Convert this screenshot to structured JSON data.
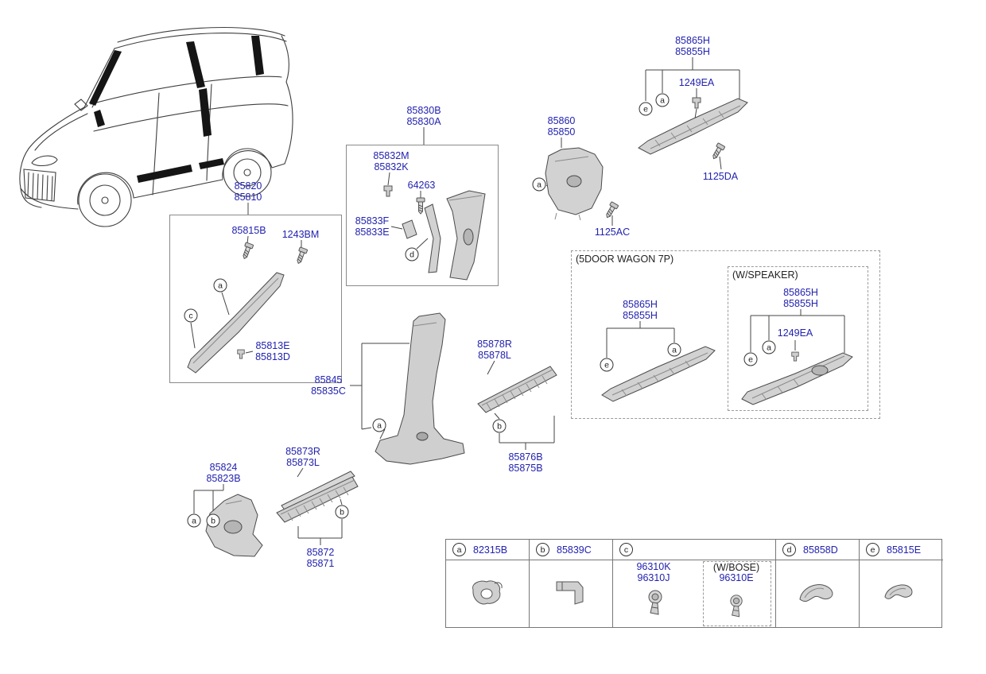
{
  "labels": {
    "pillar_top": "85865H\n85855H",
    "fastener_1249ea_top": "1249EA",
    "bolt_1125da": "1125DA",
    "ctr_pillar_upper": "85830B\n85830A",
    "rear_quarter": "85860\n85850",
    "clip_85832": "85832M\n85832K",
    "bolt_64263": "64263",
    "front_pillar": "85820\n85810",
    "trim_85833": "85833F\n85833E",
    "bolt_85815b": "85815B",
    "bolt_1243bm": "1243BM",
    "bolt_1125ac": "1125AC",
    "wagon_pillar": "85865H\n85855H",
    "speaker_pillar": "85865H\n85855H",
    "fastener_1249ea_speaker": "1249EA",
    "clip_85813": "85813E\n85813D",
    "rr_scuff": "85878R\n85878L",
    "ctr_pillar_lower": "85845\n85835C",
    "fr_scuff": "85873R\n85873L",
    "cowl_trim": "85824\n85823B",
    "rr_scuff_lower": "85876B\n85875B",
    "fr_scuff_lower": "85872\n85871"
  },
  "sections": {
    "wagon_title": "(5DOOR WAGON 7P)",
    "speaker_title": "(W/SPEAKER)",
    "bose_title": "(W/BOSE)"
  },
  "markers": {
    "a": "a",
    "b": "b",
    "c": "c",
    "d": "d",
    "e": "e"
  },
  "legend": {
    "columns": [
      {
        "letter": "a",
        "part": "82315B"
      },
      {
        "letter": "b",
        "part": "85839C"
      },
      {
        "letter": "c",
        "part": ""
      },
      {
        "letter": "d",
        "part": "85858D"
      },
      {
        "letter": "e",
        "part": "85815E"
      }
    ],
    "c_main_part": "96310K\n96310J",
    "c_bose_part": "96310E"
  },
  "colors": {
    "part_link_blue": "#2222b0",
    "line_gray": "#444444"
  }
}
